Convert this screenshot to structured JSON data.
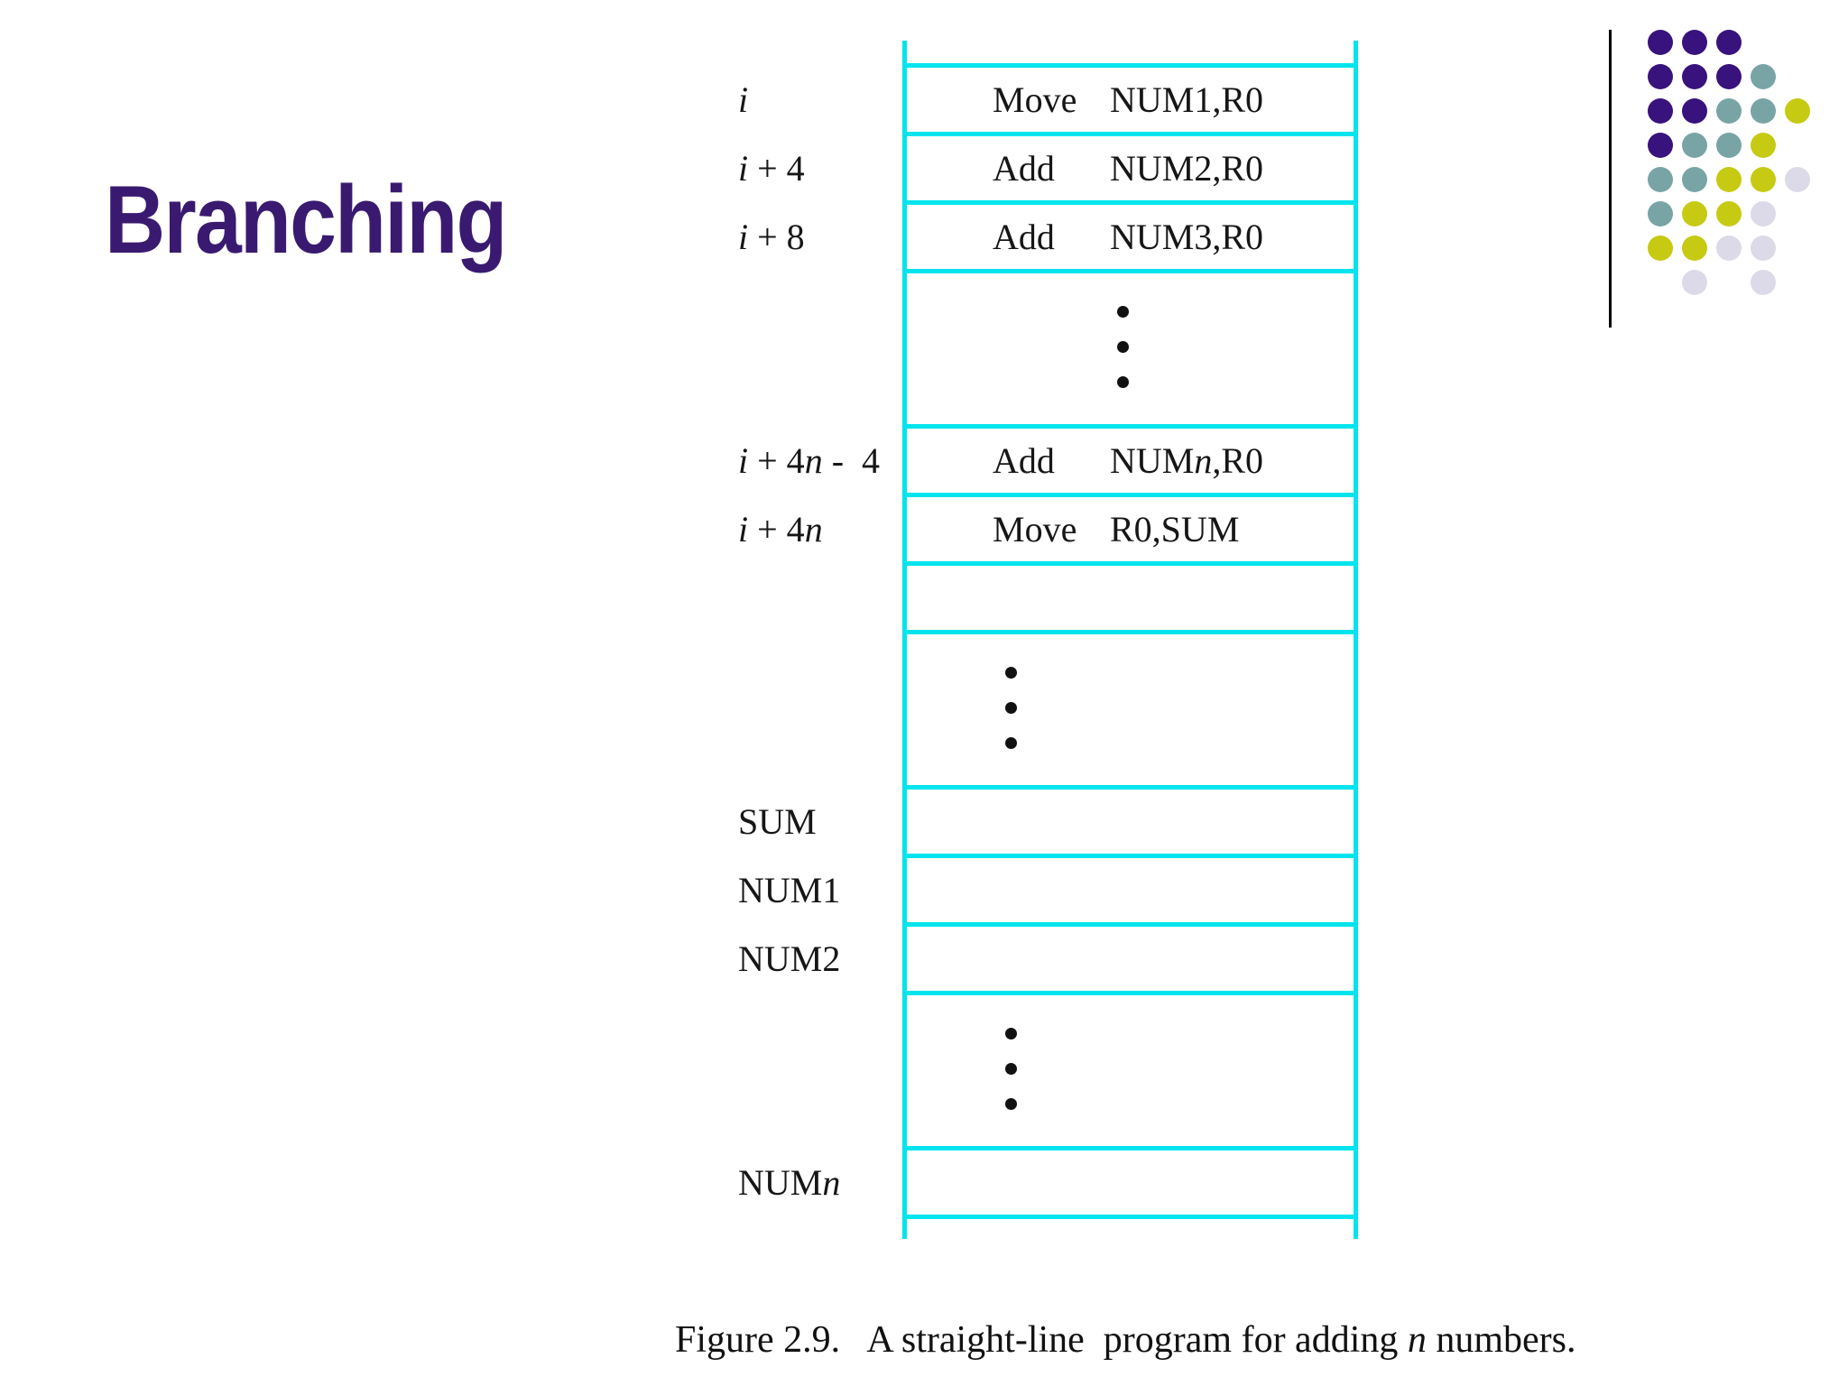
{
  "title": {
    "text": "Branching"
  },
  "colors": {
    "title": "#3A1A70",
    "diagram_line": "#00E4EE",
    "text": "#1A1A1A",
    "corner_line": "#000000"
  },
  "corner_art": {
    "dot_colors": {
      "P": "#38127D",
      "T": "#78A4A6",
      "Y": "#C6CA12",
      "L": "#DCDAE8"
    },
    "grid": [
      [
        "P",
        "P",
        "P",
        "",
        ""
      ],
      [
        "P",
        "P",
        "P",
        "T",
        ""
      ],
      [
        "P",
        "P",
        "T",
        "T",
        "Y"
      ],
      [
        "P",
        "T",
        "T",
        "Y",
        ""
      ],
      [
        "T",
        "T",
        "Y",
        "Y",
        "L"
      ],
      [
        "T",
        "Y",
        "Y",
        "L",
        ""
      ],
      [
        "Y",
        "Y",
        "L",
        "L",
        ""
      ],
      [
        "",
        "L",
        "",
        "L",
        ""
      ]
    ]
  },
  "memory_diagram": {
    "rows": [
      {
        "kind": "cell",
        "label": [
          {
            "t": "i",
            "it": true
          }
        ],
        "op": "Move",
        "arg": [
          {
            "t": "NUM1,R0"
          }
        ]
      },
      {
        "kind": "cell",
        "label": [
          {
            "t": "i",
            "it": true
          },
          {
            "t": " + 4"
          }
        ],
        "op": "Add",
        "arg": [
          {
            "t": "NUM2,R0"
          }
        ]
      },
      {
        "kind": "cell",
        "label": [
          {
            "t": "i",
            "it": true
          },
          {
            "t": " + 8"
          }
        ],
        "op": "Add",
        "arg": [
          {
            "t": "NUM3,R0"
          }
        ]
      },
      {
        "kind": "dots",
        "align": "center"
      },
      {
        "kind": "cell",
        "label": [
          {
            "t": "i",
            "it": true
          },
          {
            "t": " + 4"
          },
          {
            "t": "n",
            "it": true
          },
          {
            "t": " -  4"
          }
        ],
        "op": "Add",
        "arg": [
          {
            "t": "NUM"
          },
          {
            "t": "n",
            "it": true
          },
          {
            "t": ",R0"
          }
        ]
      },
      {
        "kind": "cell",
        "label": [
          {
            "t": "i",
            "it": true
          },
          {
            "t": " + 4"
          },
          {
            "t": "n",
            "it": true
          }
        ],
        "op": "Move",
        "arg": [
          {
            "t": "R0,SUM"
          }
        ]
      },
      {
        "kind": "cell"
      },
      {
        "kind": "dots",
        "align": "left"
      },
      {
        "kind": "cell",
        "label": [
          {
            "t": "SUM"
          }
        ]
      },
      {
        "kind": "cell",
        "label": [
          {
            "t": "NUM1"
          }
        ]
      },
      {
        "kind": "cell",
        "label": [
          {
            "t": "NUM2"
          }
        ]
      },
      {
        "kind": "dots",
        "align": "left"
      },
      {
        "kind": "cell",
        "label": [
          {
            "t": "NUM"
          },
          {
            "t": "n",
            "it": true
          }
        ]
      }
    ]
  },
  "caption": {
    "segments": [
      {
        "t": "Figure 2.9.   A straight-line  program for adding "
      },
      {
        "t": "n",
        "it": true
      },
      {
        "t": " numbers."
      }
    ]
  }
}
